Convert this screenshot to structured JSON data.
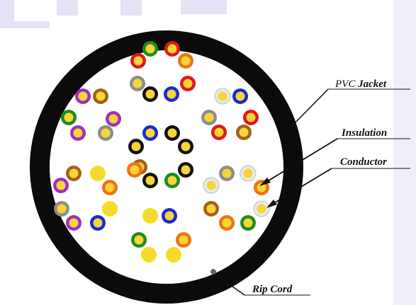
{
  "labels": {
    "jacket_prefix": "PVC",
    "jacket_word": "Jacket",
    "insulation": "Insulation",
    "conductor": "Conductor",
    "rip_cord": "Rip Cord"
  },
  "colors": {
    "jacket": "#0b0b0b",
    "conductor": "#f6d637",
    "watermark": "#e4e2f4",
    "insulation_palette": {
      "red": "#e01818",
      "green": "#1e8c1e",
      "blue": "#1a2ad6",
      "yellow": "#f2e020",
      "orange": "#ef7312",
      "black": "#111111",
      "brown": "#a2611b",
      "grey": "#8d8d8d",
      "purple": "#a02fc0",
      "white": "#e8e8e8"
    }
  },
  "cable": {
    "bundles": [
      {
        "name": "top",
        "insulations": [
          "green",
          "red",
          "orange",
          "red",
          "blue",
          "black",
          "grey",
          "red"
        ]
      },
      {
        "name": "upper-left",
        "insulations": [
          "purple",
          "brown",
          "green",
          "purple",
          "purple",
          "grey"
        ]
      },
      {
        "name": "upper-right",
        "insulations": [
          "white",
          "blue",
          "grey",
          "red",
          "red",
          "brown"
        ]
      },
      {
        "name": "center",
        "insulations": [
          "blue",
          "black",
          "black",
          "black",
          "brown",
          "orange",
          "black",
          "black",
          "green"
        ]
      },
      {
        "name": "lower-left",
        "insulations": [
          "brown",
          "yellow",
          "purple",
          "orange",
          "grey",
          "yellow",
          "purple",
          "blue"
        ]
      },
      {
        "name": "lower-right",
        "insulations": [
          "grey",
          "white",
          "white",
          "orange",
          "brown",
          "white",
          "orange",
          "green"
        ]
      },
      {
        "name": "bottom",
        "insulations": [
          "yellow",
          "blue",
          "green",
          "orange",
          "yellow",
          "yellow"
        ]
      }
    ]
  }
}
